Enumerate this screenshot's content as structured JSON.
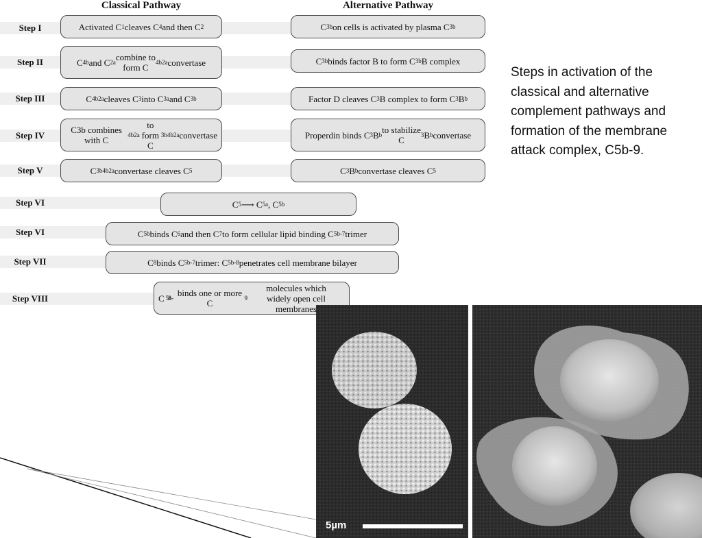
{
  "headers": {
    "classical": "Classical Pathway",
    "alternative": "Alternative Pathway"
  },
  "steps": [
    "Step I",
    "Step II",
    "Step III",
    "Step IV",
    "Step V",
    "Step VI",
    "Step VI",
    "Step VII",
    "Step VIII"
  ],
  "classical_boxes": [
    "Activated C<sub>1</sub> cleaves C<sub>4</sub> and then C<sub>2</sub>",
    "C<sub>4b</sub> and C<sub>2a</sub> combine to<br>form C<sub>4b2a</sub> convertase",
    "C<sub>4b2a</sub> cleaves C<sub>3</sub> into C<sub>3a</sub> and C<sub>3b</sub>",
    "C3b combines with C<sub>4b2a</sub> to form<br>C<sub>3b4b2a</sub> convertase",
    "C<sub>3b4b2a</sub> convertase cleaves C<sub>5</sub>"
  ],
  "alternative_boxes": [
    "C<sub>3b</sub> on cells is activated by plasma C<sub>3b</sub>",
    "C<sub>3b</sub> binds factor B to form C<sub>3b</sub>B complex",
    "Factor D cleaves C<sub>3</sub>B complex to form C<sub>3</sub>B<sub>b</sub>",
    "Properdin binds C<sub>3</sub>B<sub>b</sub> to stabilize<br>C<sub>3</sub>B<sub>b</sub> convertase",
    "C<sub>3</sub>B<sub>b</sub> convertase cleaves C<sub>5</sub>"
  ],
  "shared_boxes": [
    "C<sub>5</sub> &#10230; C<sub>5a</sub> , C<sub>5b</sub>",
    "C<sub>5b</sub> binds C<sub>6</sub> and then C<sub>7</sub> to form cellular lipid binding C<sub>5b-7</sub> trimer",
    "C<sub>8</sub> binds C<sub>5b-7</sub> trimer: C<sub>5b-8</sub> penetrates cell membrane bilayer",
    "C<sub>5b-8</sub> binds one or more C<sub>9</sub> molecules which<br>widely open cell membranes"
  ],
  "caption": "Steps in activation of the classical and alternative complement pathways and formation of the membrane attack complex, C5b-9.",
  "micrograph": {
    "scale_label": "5µm"
  }
}
